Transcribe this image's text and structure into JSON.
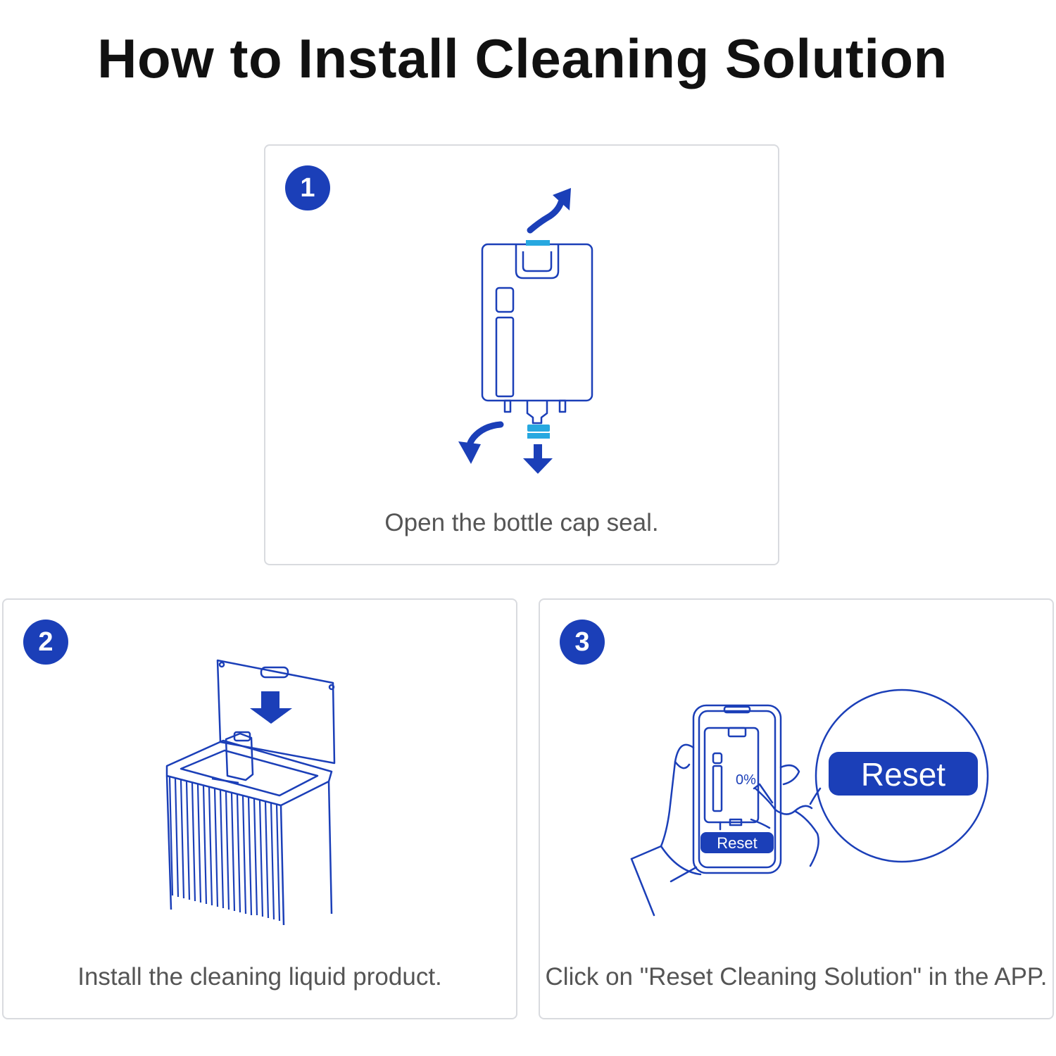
{
  "page": {
    "title": "How to Install Cleaning Solution"
  },
  "colors": {
    "accent": "#1b3fb8",
    "highlight": "#27a8e0",
    "caption": "#555555",
    "border": "#d9dbdf"
  },
  "steps": [
    {
      "number": "1",
      "caption": "Open the bottle cap seal.",
      "icon": "bottle-cap-removal-illustration"
    },
    {
      "number": "2",
      "caption": "Install the cleaning liquid product.",
      "icon": "insert-bottle-into-station-illustration"
    },
    {
      "number": "3",
      "caption": "Click on \"Reset Cleaning Solution\" in the APP.",
      "icon": "phone-app-reset-illustration",
      "app_screen": {
        "level": "0%",
        "button_label": "Reset"
      },
      "zoom_button_label": "Reset"
    }
  ]
}
